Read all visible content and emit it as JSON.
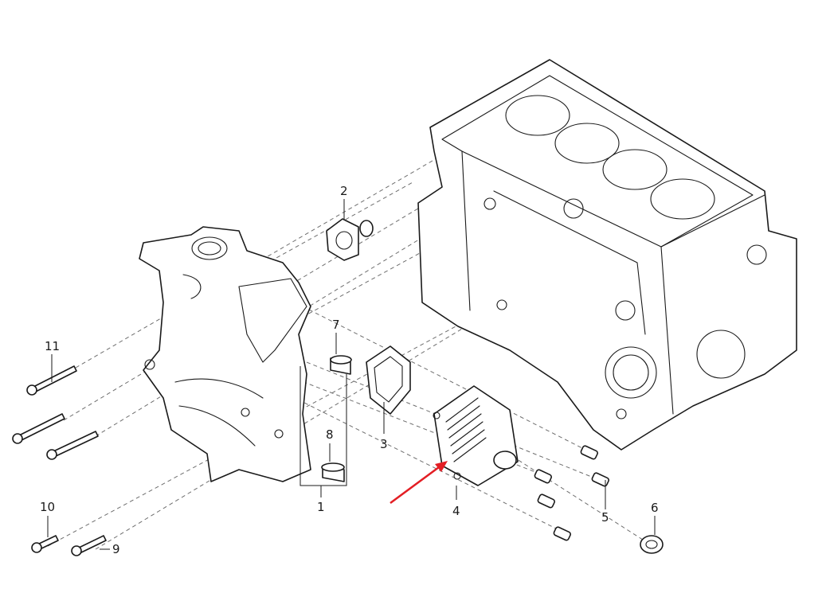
{
  "callouts": {
    "c1": "1",
    "c2": "2",
    "c3": "3",
    "c4": "4",
    "c5": "5",
    "c6": "6",
    "c7": "7",
    "c8": "8",
    "c9": "9",
    "c10": "10",
    "c11": "11"
  },
  "colors": {
    "line": "#1a1a1a",
    "dashed_guide": "#6e6e6e",
    "indicator_arrow": "#e31e24",
    "background": "#ffffff"
  },
  "icons": {
    "indicator": "red-arrow-icon"
  }
}
